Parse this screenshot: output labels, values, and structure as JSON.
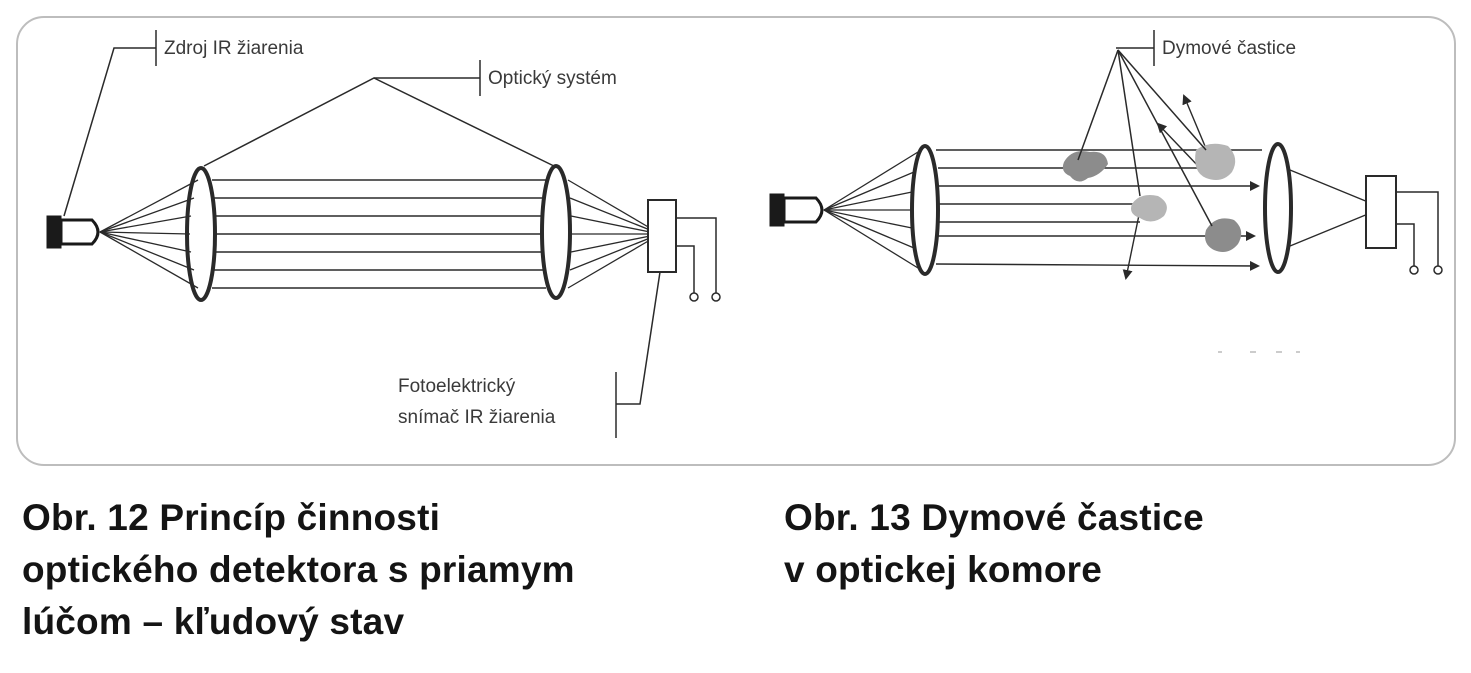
{
  "figure12": {
    "labels": {
      "ir_source": "Zdroj IR žiarenia",
      "optical_system": "Optický systém",
      "photo_sensor_line1": "Fotoelektrický",
      "photo_sensor_line2": "snímač IR žiarenia"
    },
    "caption": {
      "line1": "Obr. 12 Princíp činnosti",
      "line2": "optického detektora s priamym",
      "line3": "lúčom  – kľudový stav"
    }
  },
  "figure13": {
    "labels": {
      "smoke_particles": "Dymové častice"
    },
    "caption": {
      "line1": "Obr. 13 Dymové častice",
      "line2": "v optickej komore"
    }
  },
  "colors": {
    "frame_border": "#bdbdbd",
    "diagram_lines": "#2a2a2a",
    "smoke": "#8c8c8c",
    "smoke_light": "#b5b5b5",
    "caption_text": "#141414"
  }
}
